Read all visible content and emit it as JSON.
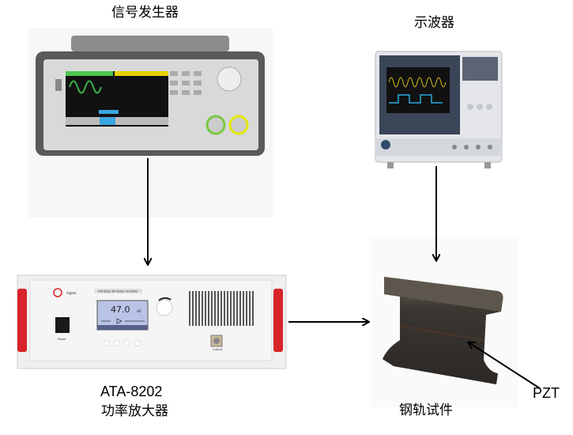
{
  "labels": {
    "signal_generator": "信号发生器",
    "oscilloscope": "示波器",
    "amplifier_model": "ATA-8202",
    "amplifier_name": "功率放大器",
    "rail_specimen": "钢轨试件",
    "pzt": "PZT"
  },
  "amplifier_panel": {
    "brand": "Aigtek",
    "title": "ATA-8202 RF Power Amplifier",
    "display_value": "47.0",
    "display_unit": "dB",
    "power_label": "Power",
    "output_label": "Output"
  },
  "colors": {
    "arrow": "#000000",
    "handle": "#d8232a",
    "amp_display": "#b9c3e6",
    "rail": "#3a3631"
  }
}
